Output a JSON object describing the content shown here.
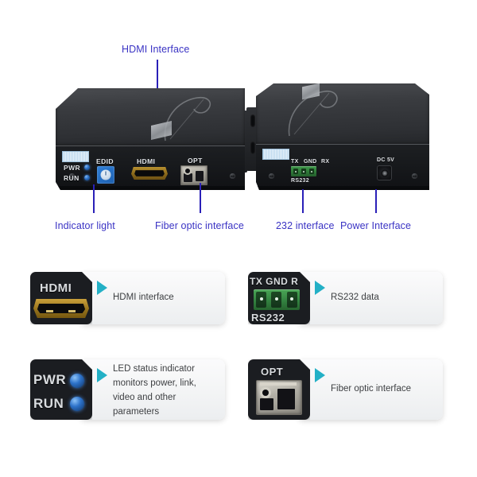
{
  "page": {
    "background_color": "#ffffff",
    "label_color": "#3a33c4",
    "arrow_color": "#23b0c6",
    "caption_color": "#3d3f42"
  },
  "callouts": {
    "hdmi_interface": "HDMI Interface",
    "indicator_light": "Indicator light",
    "fiber_optic_interface": "Fiber optic interface",
    "interface_232": "232 interface",
    "power_interface": "Power Interface"
  },
  "device_left": {
    "silk": {
      "pwr": "PWR",
      "run": "RUN",
      "edid": "EDID",
      "hdmi": "HDMI",
      "opt": "OPT"
    }
  },
  "device_right": {
    "silk": {
      "tx": "TX",
      "gnd": "GND",
      "rx": "RX",
      "rs232": "RS232",
      "dc": "DC 5V"
    }
  },
  "cards": [
    {
      "id": "hdmi",
      "thumb_label": "HDMI",
      "caption": "HDMI interface"
    },
    {
      "id": "rs232",
      "thumb_label_top": "TX GND R",
      "thumb_label_bottom": "RS232",
      "caption": "RS232 data"
    },
    {
      "id": "led",
      "thumb_label_top": "PWR",
      "thumb_label_bottom": "RUN",
      "caption": "LED status indicator monitors power, link, video and other parameters"
    },
    {
      "id": "opt",
      "thumb_label": "OPT",
      "caption": "Fiber optic interface"
    }
  ]
}
